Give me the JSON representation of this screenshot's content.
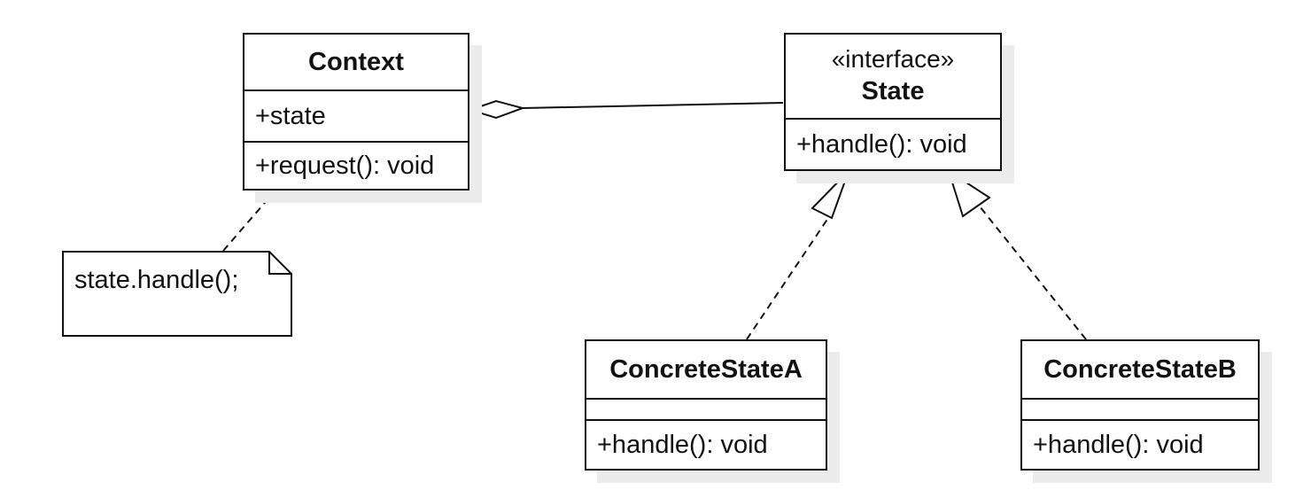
{
  "classes": {
    "context": {
      "name": "Context",
      "attribute": "+state",
      "operation": "+request(): void"
    },
    "state": {
      "stereotype": "«interface»",
      "name": "State",
      "operation": "+handle(): void"
    },
    "concrete_a": {
      "name": "ConcreteStateA",
      "attribute": "",
      "operation": "+handle(): void"
    },
    "concrete_b": {
      "name": "ConcreteStateB",
      "attribute": "",
      "operation": "+handle(): void"
    }
  },
  "note": {
    "text": "state.handle();"
  },
  "relations": [
    {
      "type": "aggregation",
      "from": "Context",
      "to": "State"
    },
    {
      "type": "realization",
      "from": "ConcreteStateA",
      "to": "State"
    },
    {
      "type": "realization",
      "from": "ConcreteStateB",
      "to": "State"
    },
    {
      "type": "note-anchor",
      "from": "note",
      "to": "Context"
    }
  ],
  "colors": {
    "stroke": "#111111",
    "shadow": "#ececec",
    "background": "#ffffff"
  }
}
